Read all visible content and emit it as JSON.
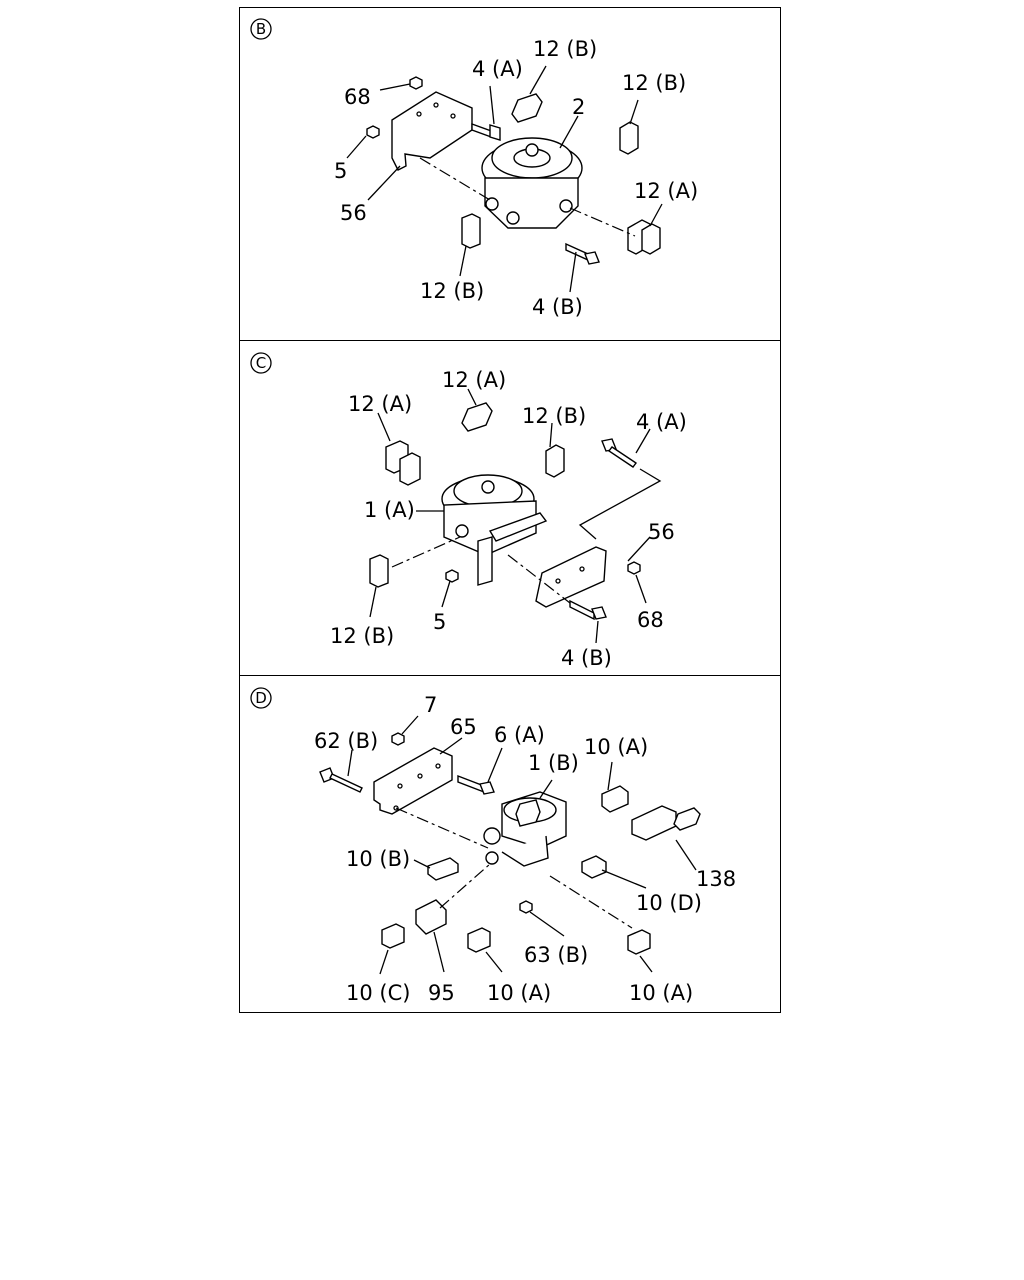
{
  "panels": [
    {
      "id": "B",
      "labels": [
        "68",
        "4 (A)",
        "12 (B)",
        "2",
        "12 (B)",
        "5",
        "56",
        "12 (A)",
        "12 (B)",
        "4 (B)"
      ]
    },
    {
      "id": "C",
      "labels": [
        "12 (A)",
        "12 (A)",
        "12 (B)",
        "4 (A)",
        "1 (A)",
        "56",
        "12 (B)",
        "5",
        "68",
        "4 (B)"
      ]
    },
    {
      "id": "D",
      "labels": [
        "7",
        "62 (B)",
        "65",
        "6 (A)",
        "1 (B)",
        "10 (A)",
        "10 (B)",
        "138",
        "10 (D)",
        "63 (B)",
        "10 (C)",
        "95",
        "10 (A)",
        "10 (A)"
      ]
    }
  ]
}
